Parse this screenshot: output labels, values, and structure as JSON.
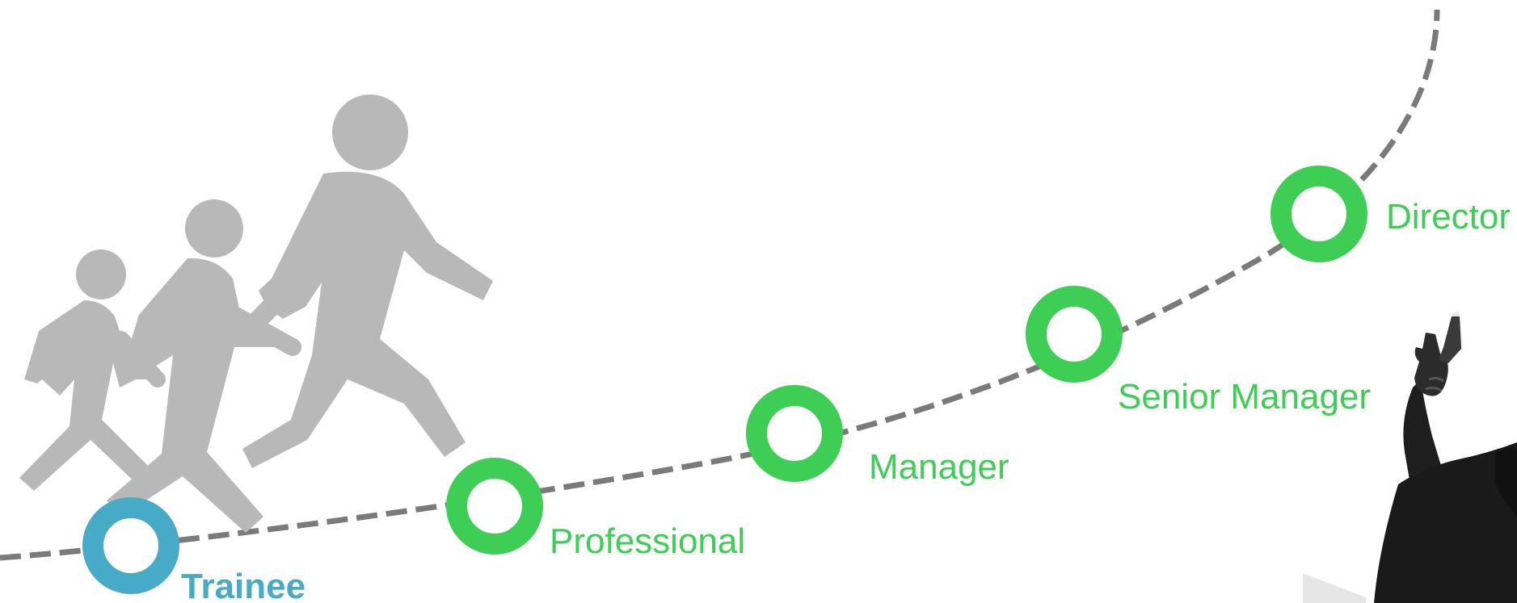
{
  "colors": {
    "active": "#47abc8",
    "milestone": "#3ecd55",
    "path": "#7a7a7a",
    "walkers": "#b8b8b8",
    "person": "#1e1e1e"
  },
  "icons": {
    "walkers": "walking-people-silhouettes",
    "person": "person-pointing-up-photo"
  },
  "milestones": [
    {
      "label": "Trainee",
      "state": "current"
    },
    {
      "label": "Professional",
      "state": "future"
    },
    {
      "label": "Manager",
      "state": "future"
    },
    {
      "label": "Senior Manager",
      "state": "future"
    },
    {
      "label": "Director",
      "state": "future"
    }
  ]
}
